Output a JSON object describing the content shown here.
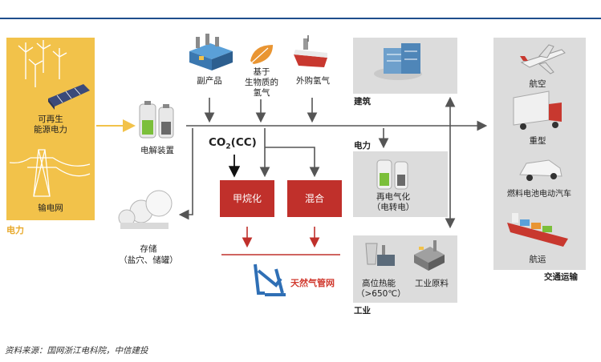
{
  "power_panel": {
    "renewable_label_line1": "可再生",
    "renewable_label_line2": "能源电力",
    "grid_label": "输电网",
    "title": "电力"
  },
  "electrolysis": {
    "label": "电解装置",
    "storage_label": "存储",
    "storage_note": "（盐穴、储罐）"
  },
  "inputs": {
    "byproduct": "副产品",
    "biomass_line1": "基于",
    "biomass_line2": "生物质的",
    "biomass_line3": "氢气",
    "imported": "外购氢气"
  },
  "co2_label": "CO",
  "co2_sub": "2",
  "co2_suffix": "(CC)",
  "methanation": "甲烷化",
  "blending": "混合",
  "gas_network": "天然气管网",
  "sectors": {
    "building": "建筑",
    "power": "电力",
    "repower_line1": "再电气化",
    "repower_line2": "（电转电）",
    "industry": "工业",
    "high_heat_line1": "高位热能",
    "high_heat_line2": "（>650℃）",
    "industrial_feedstock": "工业原料",
    "transport": "交通运输",
    "aviation": "航空",
    "heavy_duty": "重型",
    "fuel_cell_car": "燃料电池电动汽车",
    "shipping": "航运"
  },
  "source": "资料来源：国网浙江电科院，中信建投",
  "colors": {
    "accent_yellow": "#f2c24a",
    "red_box": "#c0302b",
    "panel_gray": "#dcdcdc",
    "arrow_gray": "#555555",
    "arrow_yellow": "#f2c24a",
    "network_blue": "#2f6fb5",
    "network_red": "#d13a2f"
  }
}
